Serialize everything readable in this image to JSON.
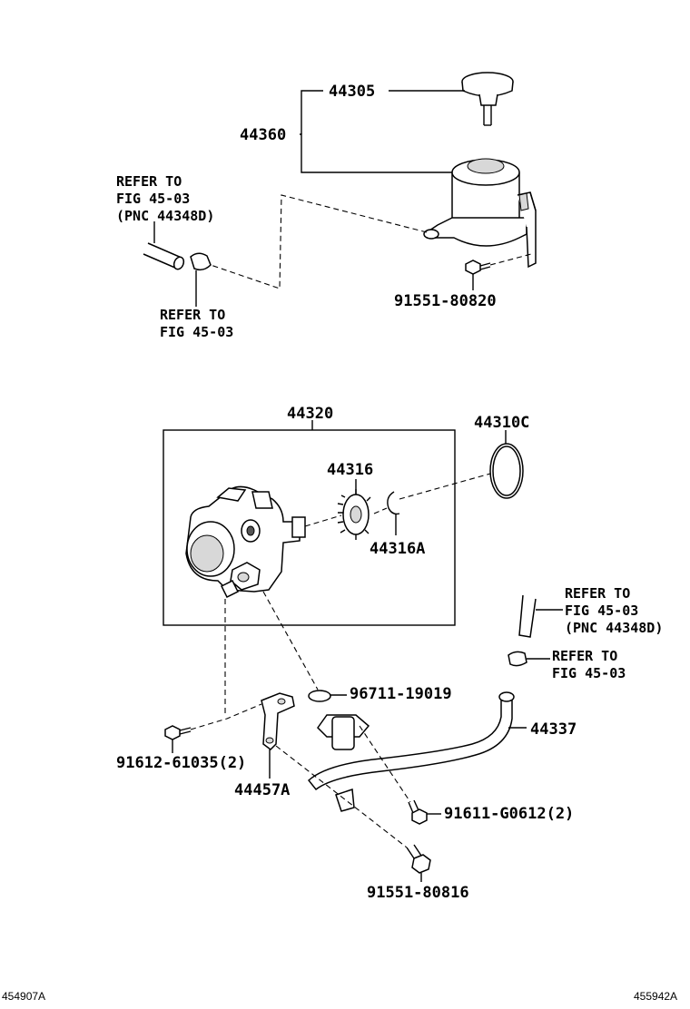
{
  "parts": {
    "p44305": "44305",
    "p44360": "44360",
    "p91551_80820": "91551-80820",
    "p44320": "44320",
    "p44310C": "44310C",
    "p44316": "44316",
    "p44316A": "44316A",
    "p96711_19019": "96711-19019",
    "p44337": "44337",
    "p91612_61035": "91612-61035(2)",
    "p44457A": "44457A",
    "p91611_G0612": "91611-G0612(2)",
    "p91551_80816": "91551-80816"
  },
  "refs": {
    "refer_to": "REFER TO",
    "fig": "FIG 45-03",
    "pnc": "(PNC 44348D)"
  },
  "footer": {
    "left_code": "454907A",
    "right_code": "455942A"
  }
}
